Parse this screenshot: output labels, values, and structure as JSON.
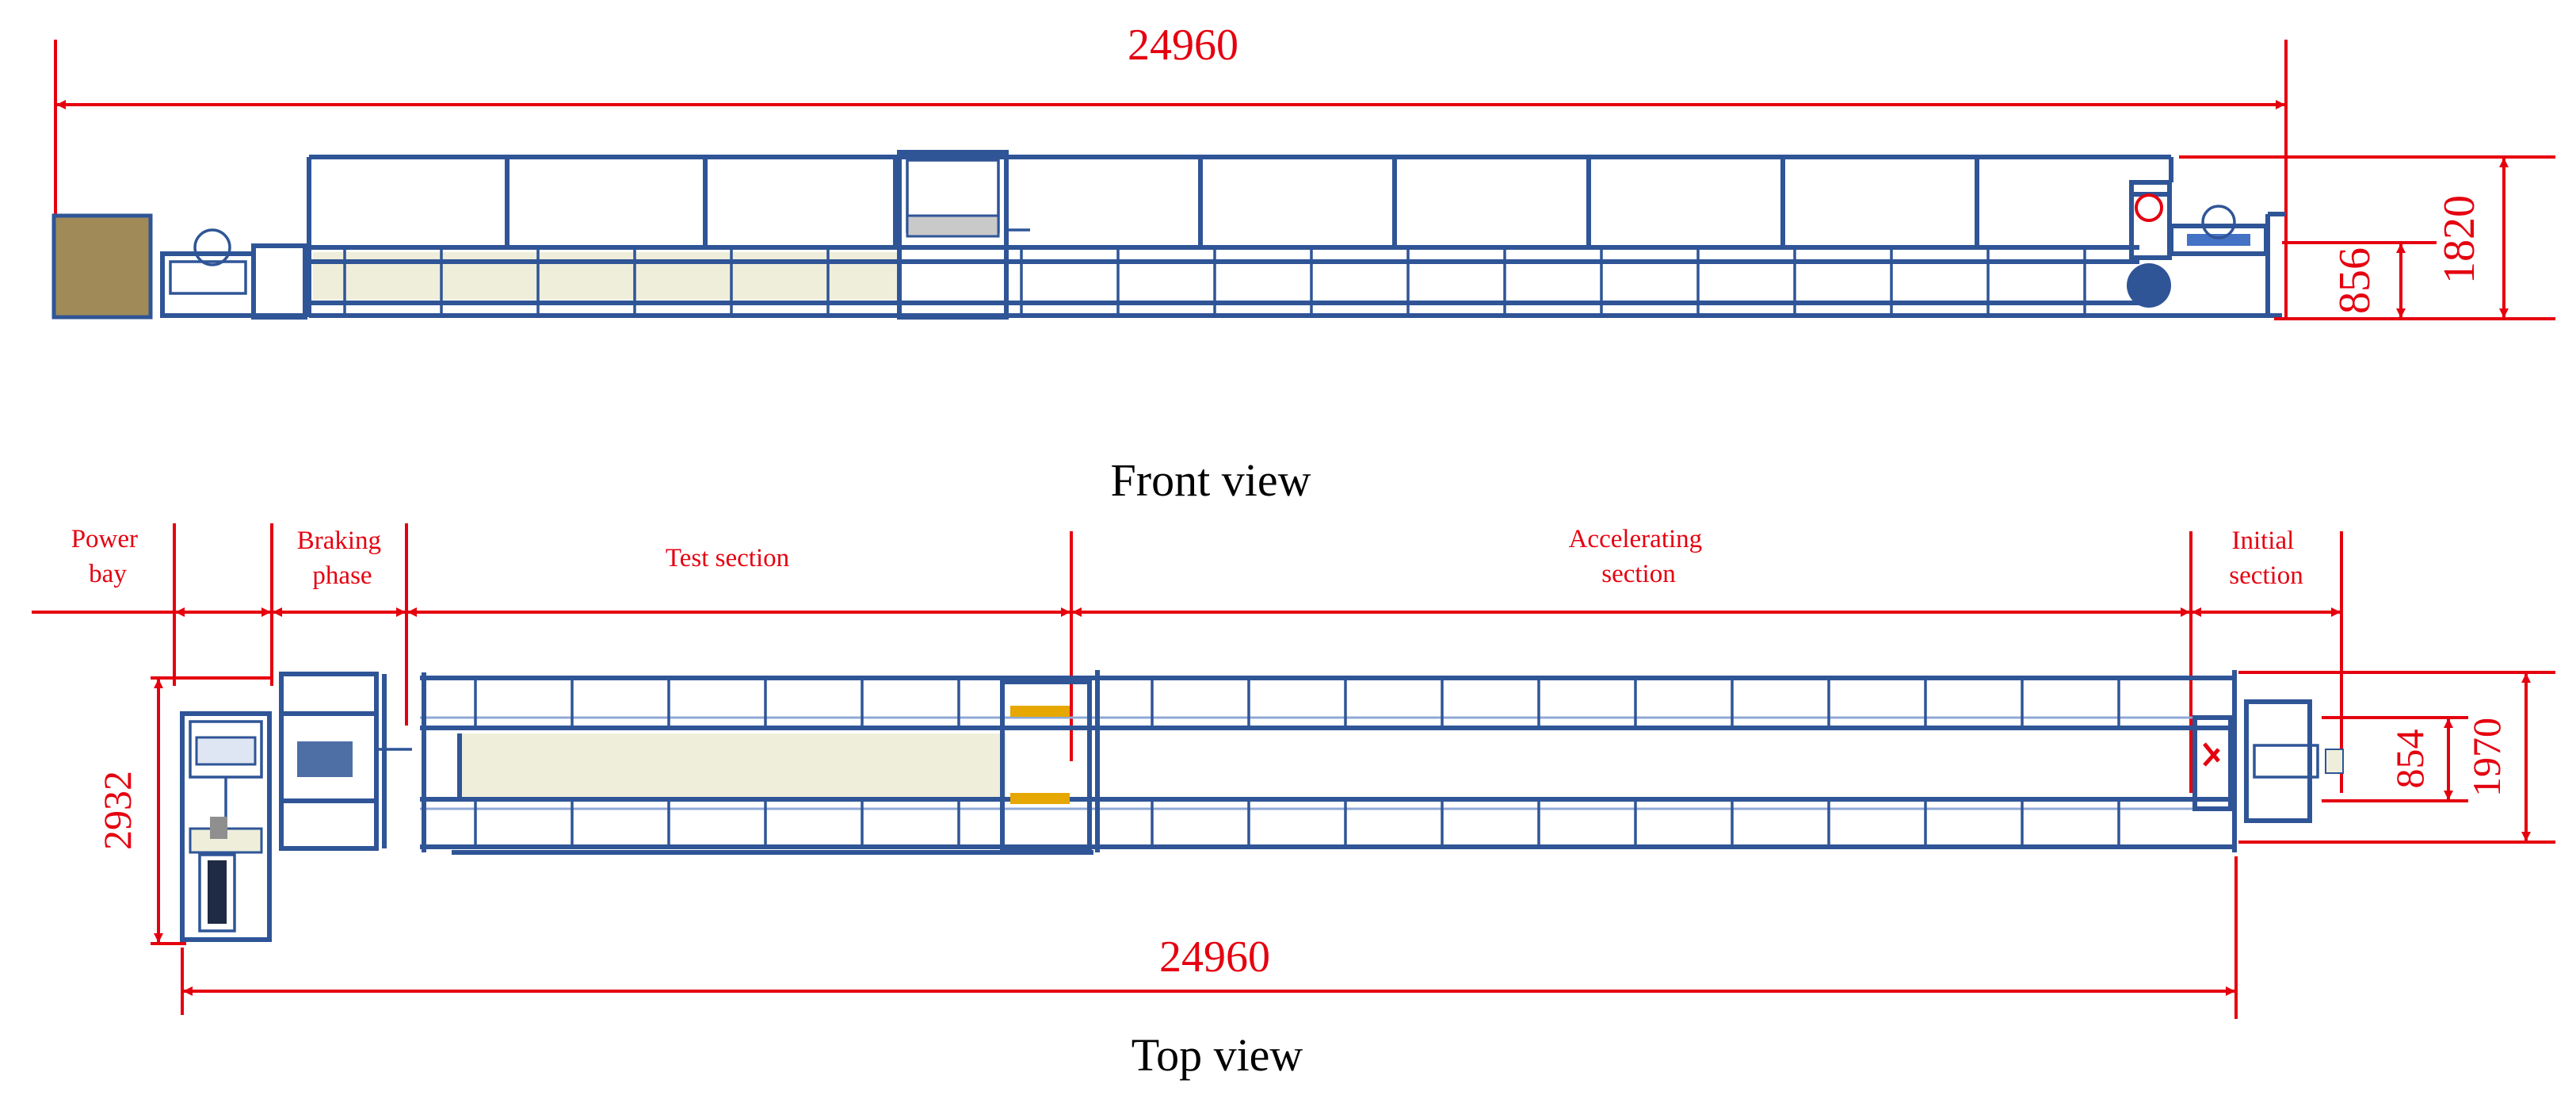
{
  "front_view": {
    "caption": "Front view",
    "total_length": "24960",
    "height_total": "1820",
    "height_track": "856"
  },
  "top_view": {
    "caption": "Top view",
    "total_length": "24960",
    "width_power_bay": "2932",
    "width_total": "1970",
    "width_track": "854",
    "sections": {
      "power_bay": [
        "Power",
        "bay"
      ],
      "braking_phase": [
        "Braking",
        "phase"
      ],
      "test_section": [
        "Test section"
      ],
      "accelerating_section": [
        "Accelerating",
        "section"
      ],
      "initial_section": [
        "Initial",
        "section"
      ]
    }
  },
  "colors": {
    "dimension": "#e5000f",
    "frame": "#2f5597",
    "frame_light": "#8fa9d6",
    "panel": "#efeedb",
    "motor_box": "#a08a58"
  }
}
